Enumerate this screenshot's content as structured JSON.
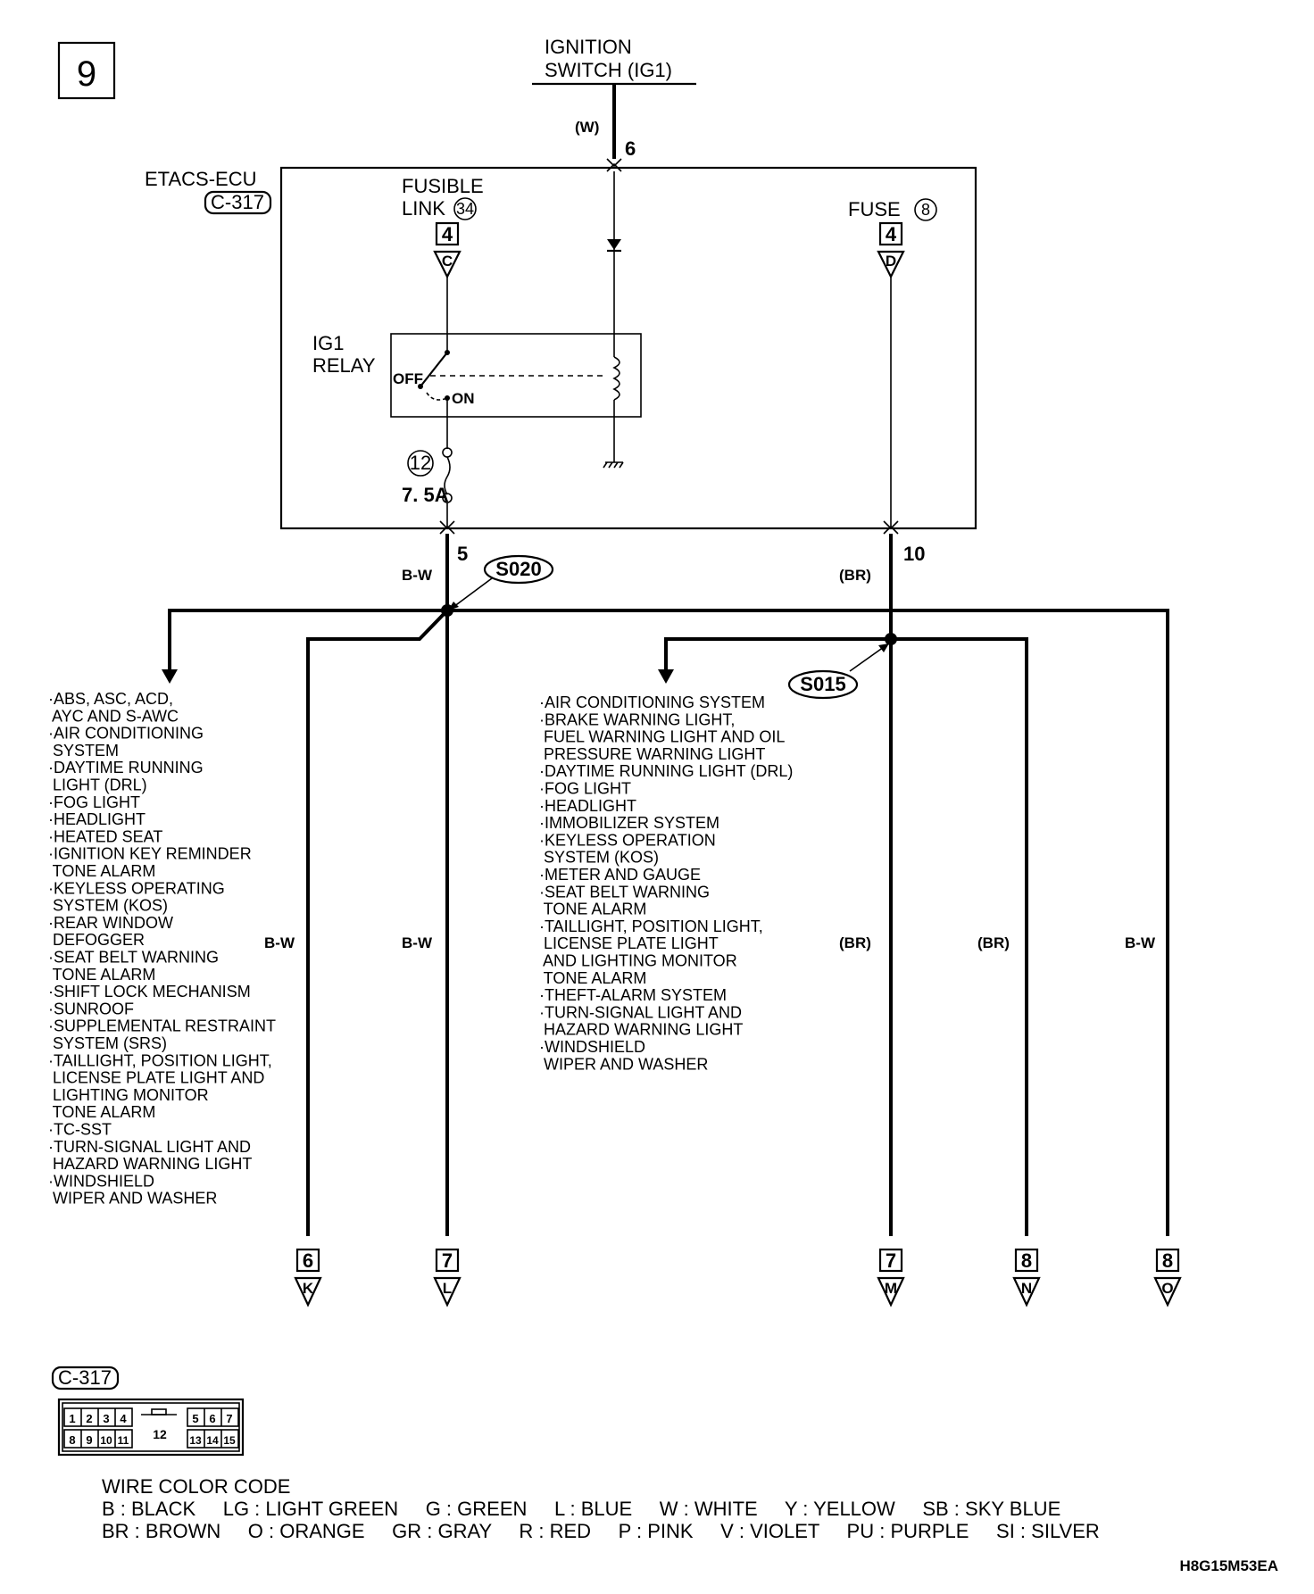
{
  "page_number": "9",
  "ignition_switch": {
    "line1": "IGNITION",
    "line2": "SWITCH (IG1)",
    "wire": "(W)",
    "pin": "6"
  },
  "ecu": {
    "name": "ETACS-ECU",
    "connector": "C-317"
  },
  "fusible_link": {
    "line1": "FUSIBLE",
    "line2": "LINK",
    "number": "34",
    "pin": "4",
    "letter": "C"
  },
  "fuse": {
    "label": "FUSE",
    "number": "8",
    "pin": "4",
    "letter": "D"
  },
  "relay": {
    "line1": "IG1",
    "line2": "RELAY",
    "off": "OFF",
    "on": "ON"
  },
  "internal_fuse": {
    "number": "12",
    "rating": "7. 5A"
  },
  "outputs": [
    {
      "pin": "5",
      "wire": "B-W",
      "splice": "S020"
    },
    {
      "pin": "10",
      "wire": "(BR)",
      "splice": "S015"
    }
  ],
  "branch_wires": [
    "B-W",
    "B-W",
    "(BR)",
    "(BR)",
    "B-W"
  ],
  "terminals": [
    {
      "num": "6",
      "letter": "K"
    },
    {
      "num": "7",
      "letter": "L"
    },
    {
      "num": "7",
      "letter": "M"
    },
    {
      "num": "8",
      "letter": "N"
    },
    {
      "num": "8",
      "letter": "O"
    }
  ],
  "list_left": [
    "·ABS, ASC, ACD,",
    " AYC AND S-AWC",
    "·AIR CONDITIONING",
    " SYSTEM",
    "·DAYTIME RUNNING",
    " LIGHT (DRL)",
    "·FOG LIGHT",
    "·HEADLIGHT",
    "·HEATED SEAT",
    "·IGNITION KEY REMINDER",
    " TONE ALARM",
    "·KEYLESS OPERATING",
    " SYSTEM (KOS)",
    "·REAR WINDOW",
    " DEFOGGER",
    "·SEAT BELT WARNING",
    " TONE ALARM",
    "·SHIFT LOCK MECHANISM",
    "·SUNROOF",
    "·SUPPLEMENTAL RESTRAINT",
    " SYSTEM (SRS)",
    "·TAILLIGHT, POSITION LIGHT,",
    " LICENSE PLATE LIGHT AND",
    " LIGHTING MONITOR",
    " TONE ALARM",
    "·TC-SST",
    "·TURN-SIGNAL LIGHT AND",
    " HAZARD WARNING LIGHT",
    "·WINDSHIELD",
    " WIPER AND WASHER"
  ],
  "list_right": [
    "·AIR CONDITIONING SYSTEM",
    "·BRAKE WARNING LIGHT,",
    " FUEL WARNING LIGHT AND OIL",
    " PRESSURE WARNING LIGHT",
    "·DAYTIME RUNNING LIGHT (DRL)",
    "·FOG LIGHT",
    "·HEADLIGHT",
    "·IMMOBILIZER SYSTEM",
    "·KEYLESS OPERATION",
    " SYSTEM (KOS)",
    "·METER AND GAUGE",
    "·SEAT BELT WARNING",
    " TONE ALARM",
    "·TAILLIGHT, POSITION LIGHT,",
    " LICENSE PLATE LIGHT",
    " AND LIGHTING MONITOR",
    " TONE ALARM",
    "·THEFT-ALARM SYSTEM",
    "·TURN-SIGNAL LIGHT AND",
    " HAZARD WARNING LIGHT",
    "·WINDSHIELD",
    " WIPER AND WASHER"
  ],
  "connector_face": {
    "label": "C-317",
    "top_pins": [
      "1",
      "2",
      "3",
      "4",
      "5",
      "6",
      "7"
    ],
    "bottom_pins": [
      "8",
      "9",
      "10",
      "11",
      "13",
      "14",
      "15"
    ],
    "center_pin": "12"
  },
  "legend": {
    "title": "WIRE COLOR CODE",
    "row1": "B : BLACK     LG : LIGHT GREEN     G : GREEN     L : BLUE     W : WHITE     Y : YELLOW     SB : SKY BLUE",
    "row2": "BR : BROWN     O : ORANGE     GR : GRAY     R : RED     P : PINK     V : VIOLET     PU : PURPLE     SI : SILVER"
  },
  "figure_code": "H8G15M53EA"
}
